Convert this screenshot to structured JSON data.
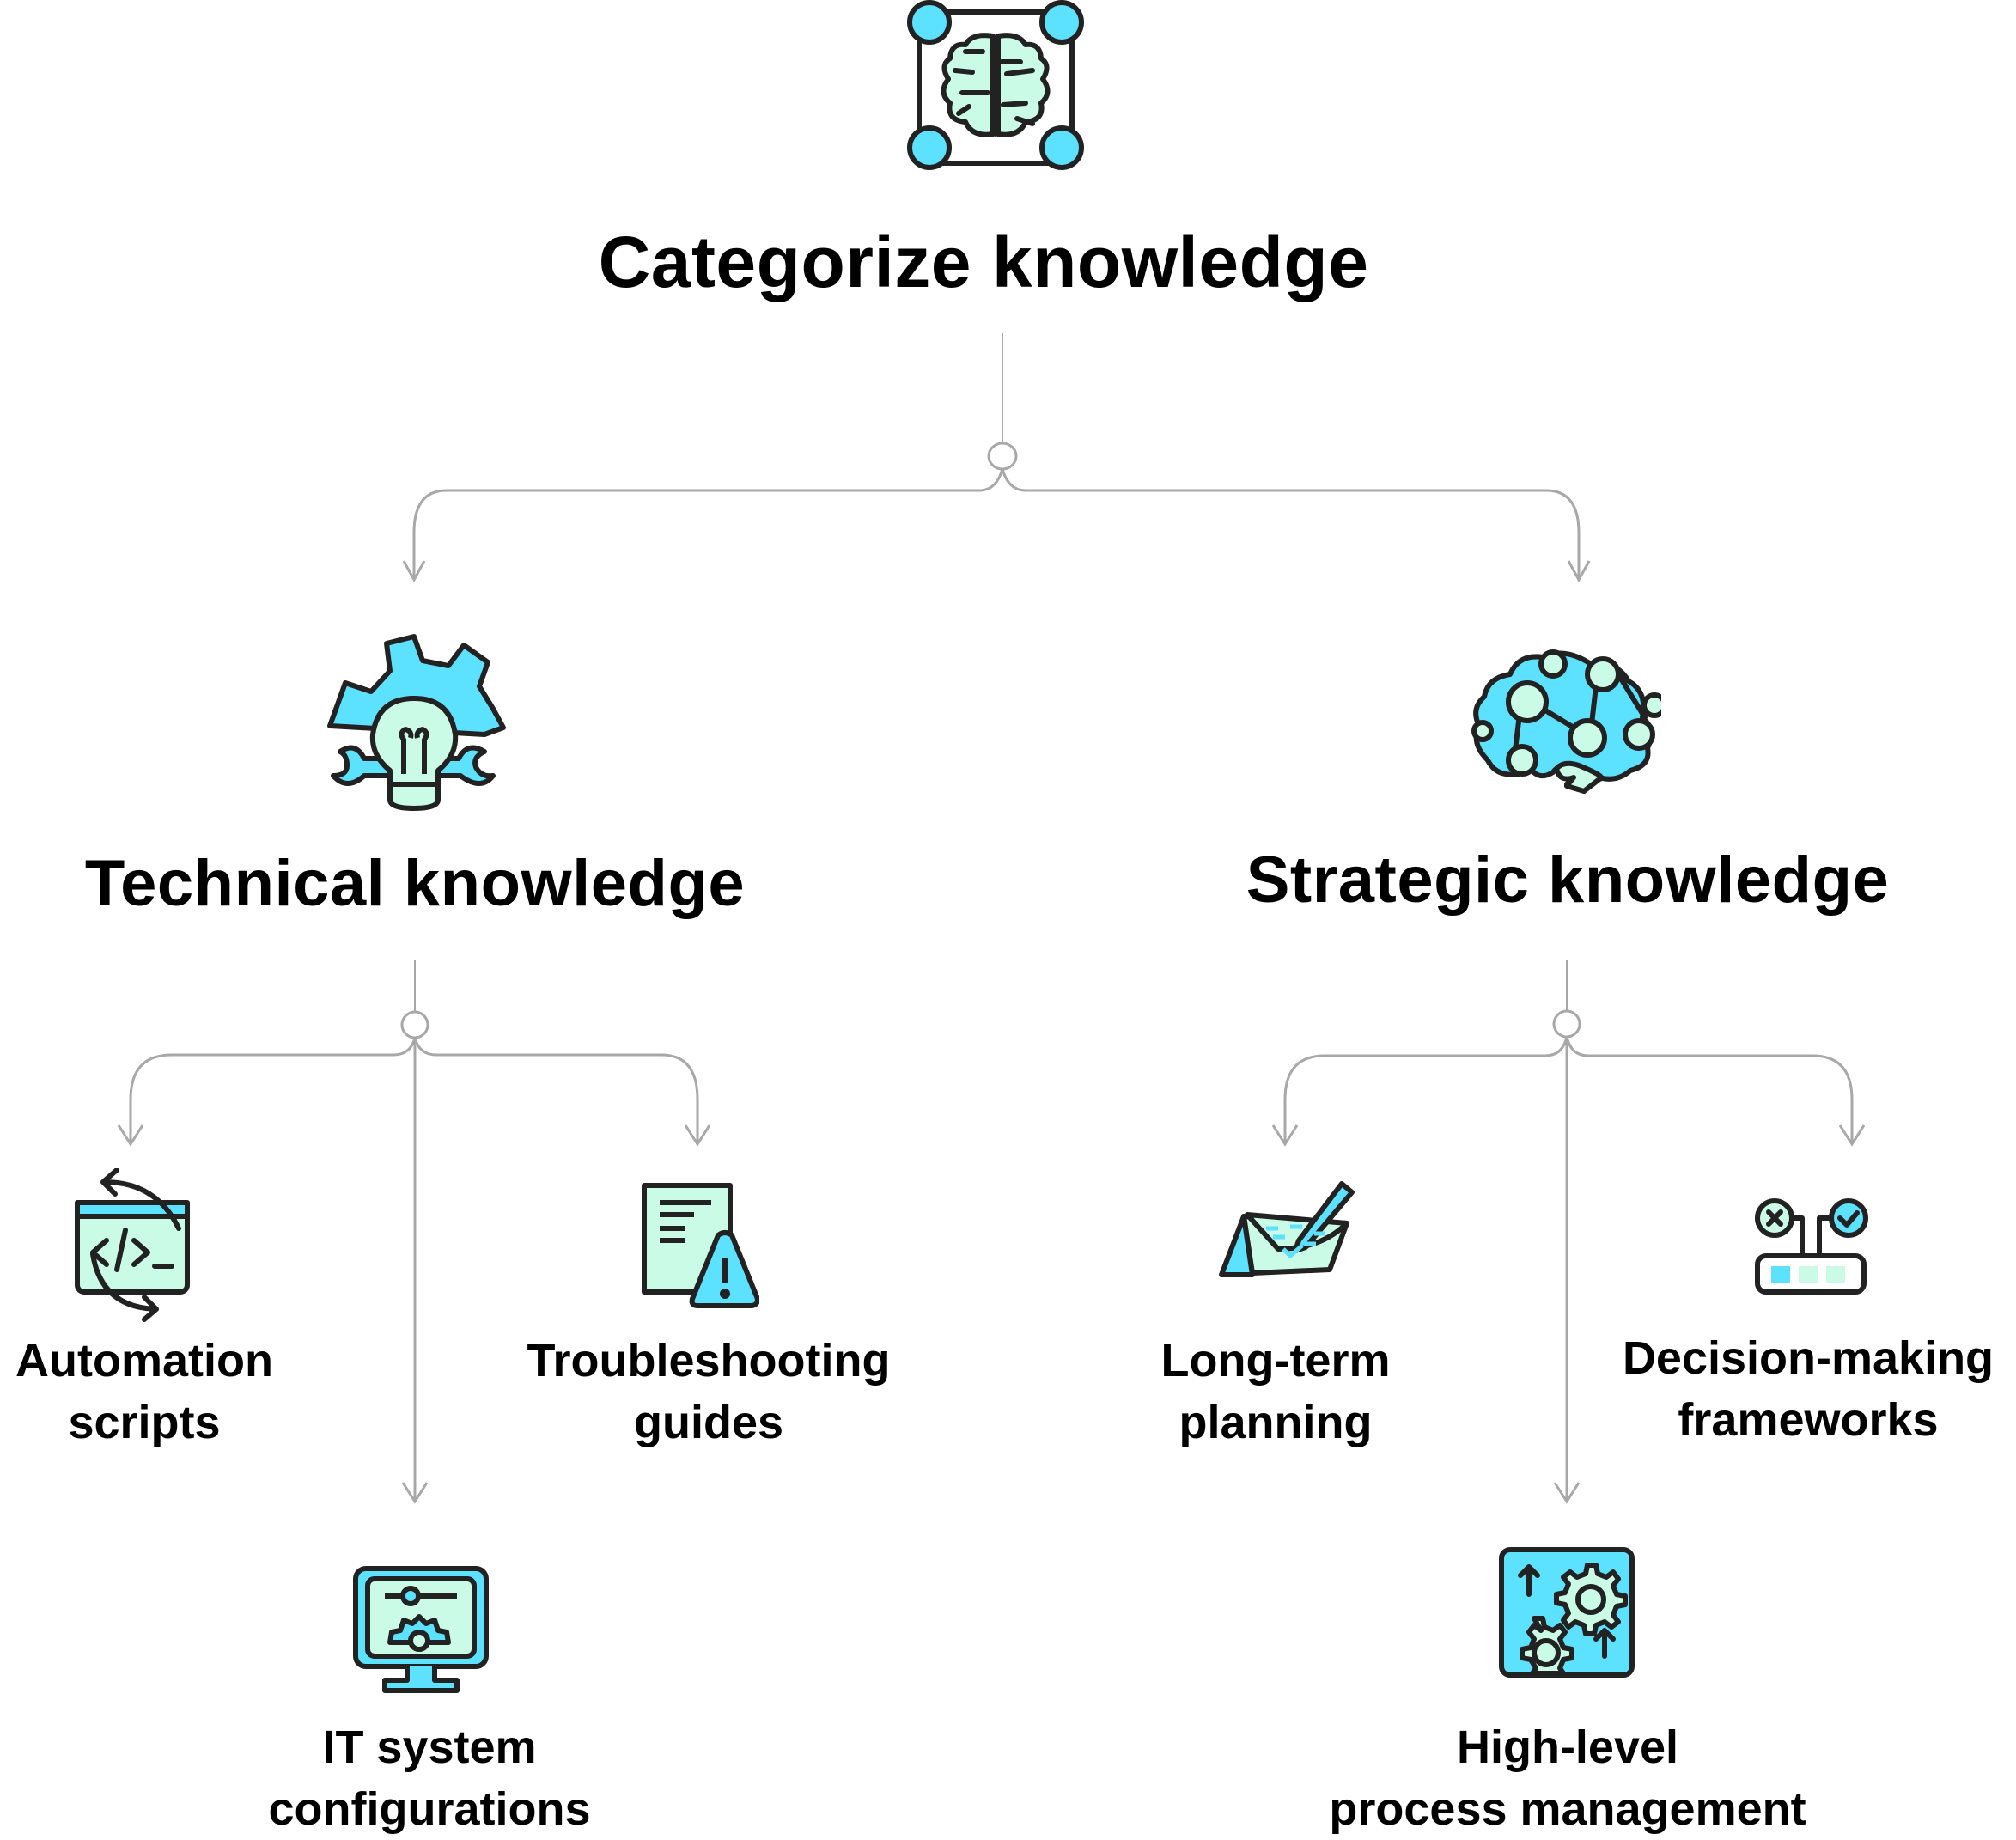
{
  "root": {
    "title": "Categorize knowledge",
    "icon": "brain-network-frame-icon"
  },
  "branches": [
    {
      "title": "Technical knowledge",
      "icon": "gear-lightbulb-wrench-icon",
      "children": [
        {
          "line1": "Automation",
          "line2": "scripts",
          "icon": "code-window-cycle-icon"
        },
        {
          "line1": "IT system",
          "line2": "configurations",
          "icon": "monitor-settings-icon"
        },
        {
          "line1": "Troubleshooting",
          "line2": "guides",
          "icon": "document-warning-icon"
        }
      ]
    },
    {
      "title": "Strategic knowledge",
      "icon": "brain-network-icon",
      "children": [
        {
          "line1": "Long-term",
          "line2": "planning",
          "icon": "notepad-pencil-icon"
        },
        {
          "line1": "High-level",
          "line2": "process management",
          "icon": "gears-arrows-icon"
        },
        {
          "line1": "Decision-making",
          "line2": "frameworks",
          "icon": "decision-toggle-icon"
        }
      ]
    }
  ],
  "colors": {
    "accent_blue": "#5ce1ff",
    "accent_mint": "#c9fbe6",
    "outline": "#222222",
    "connector": "#a8a8a8"
  }
}
